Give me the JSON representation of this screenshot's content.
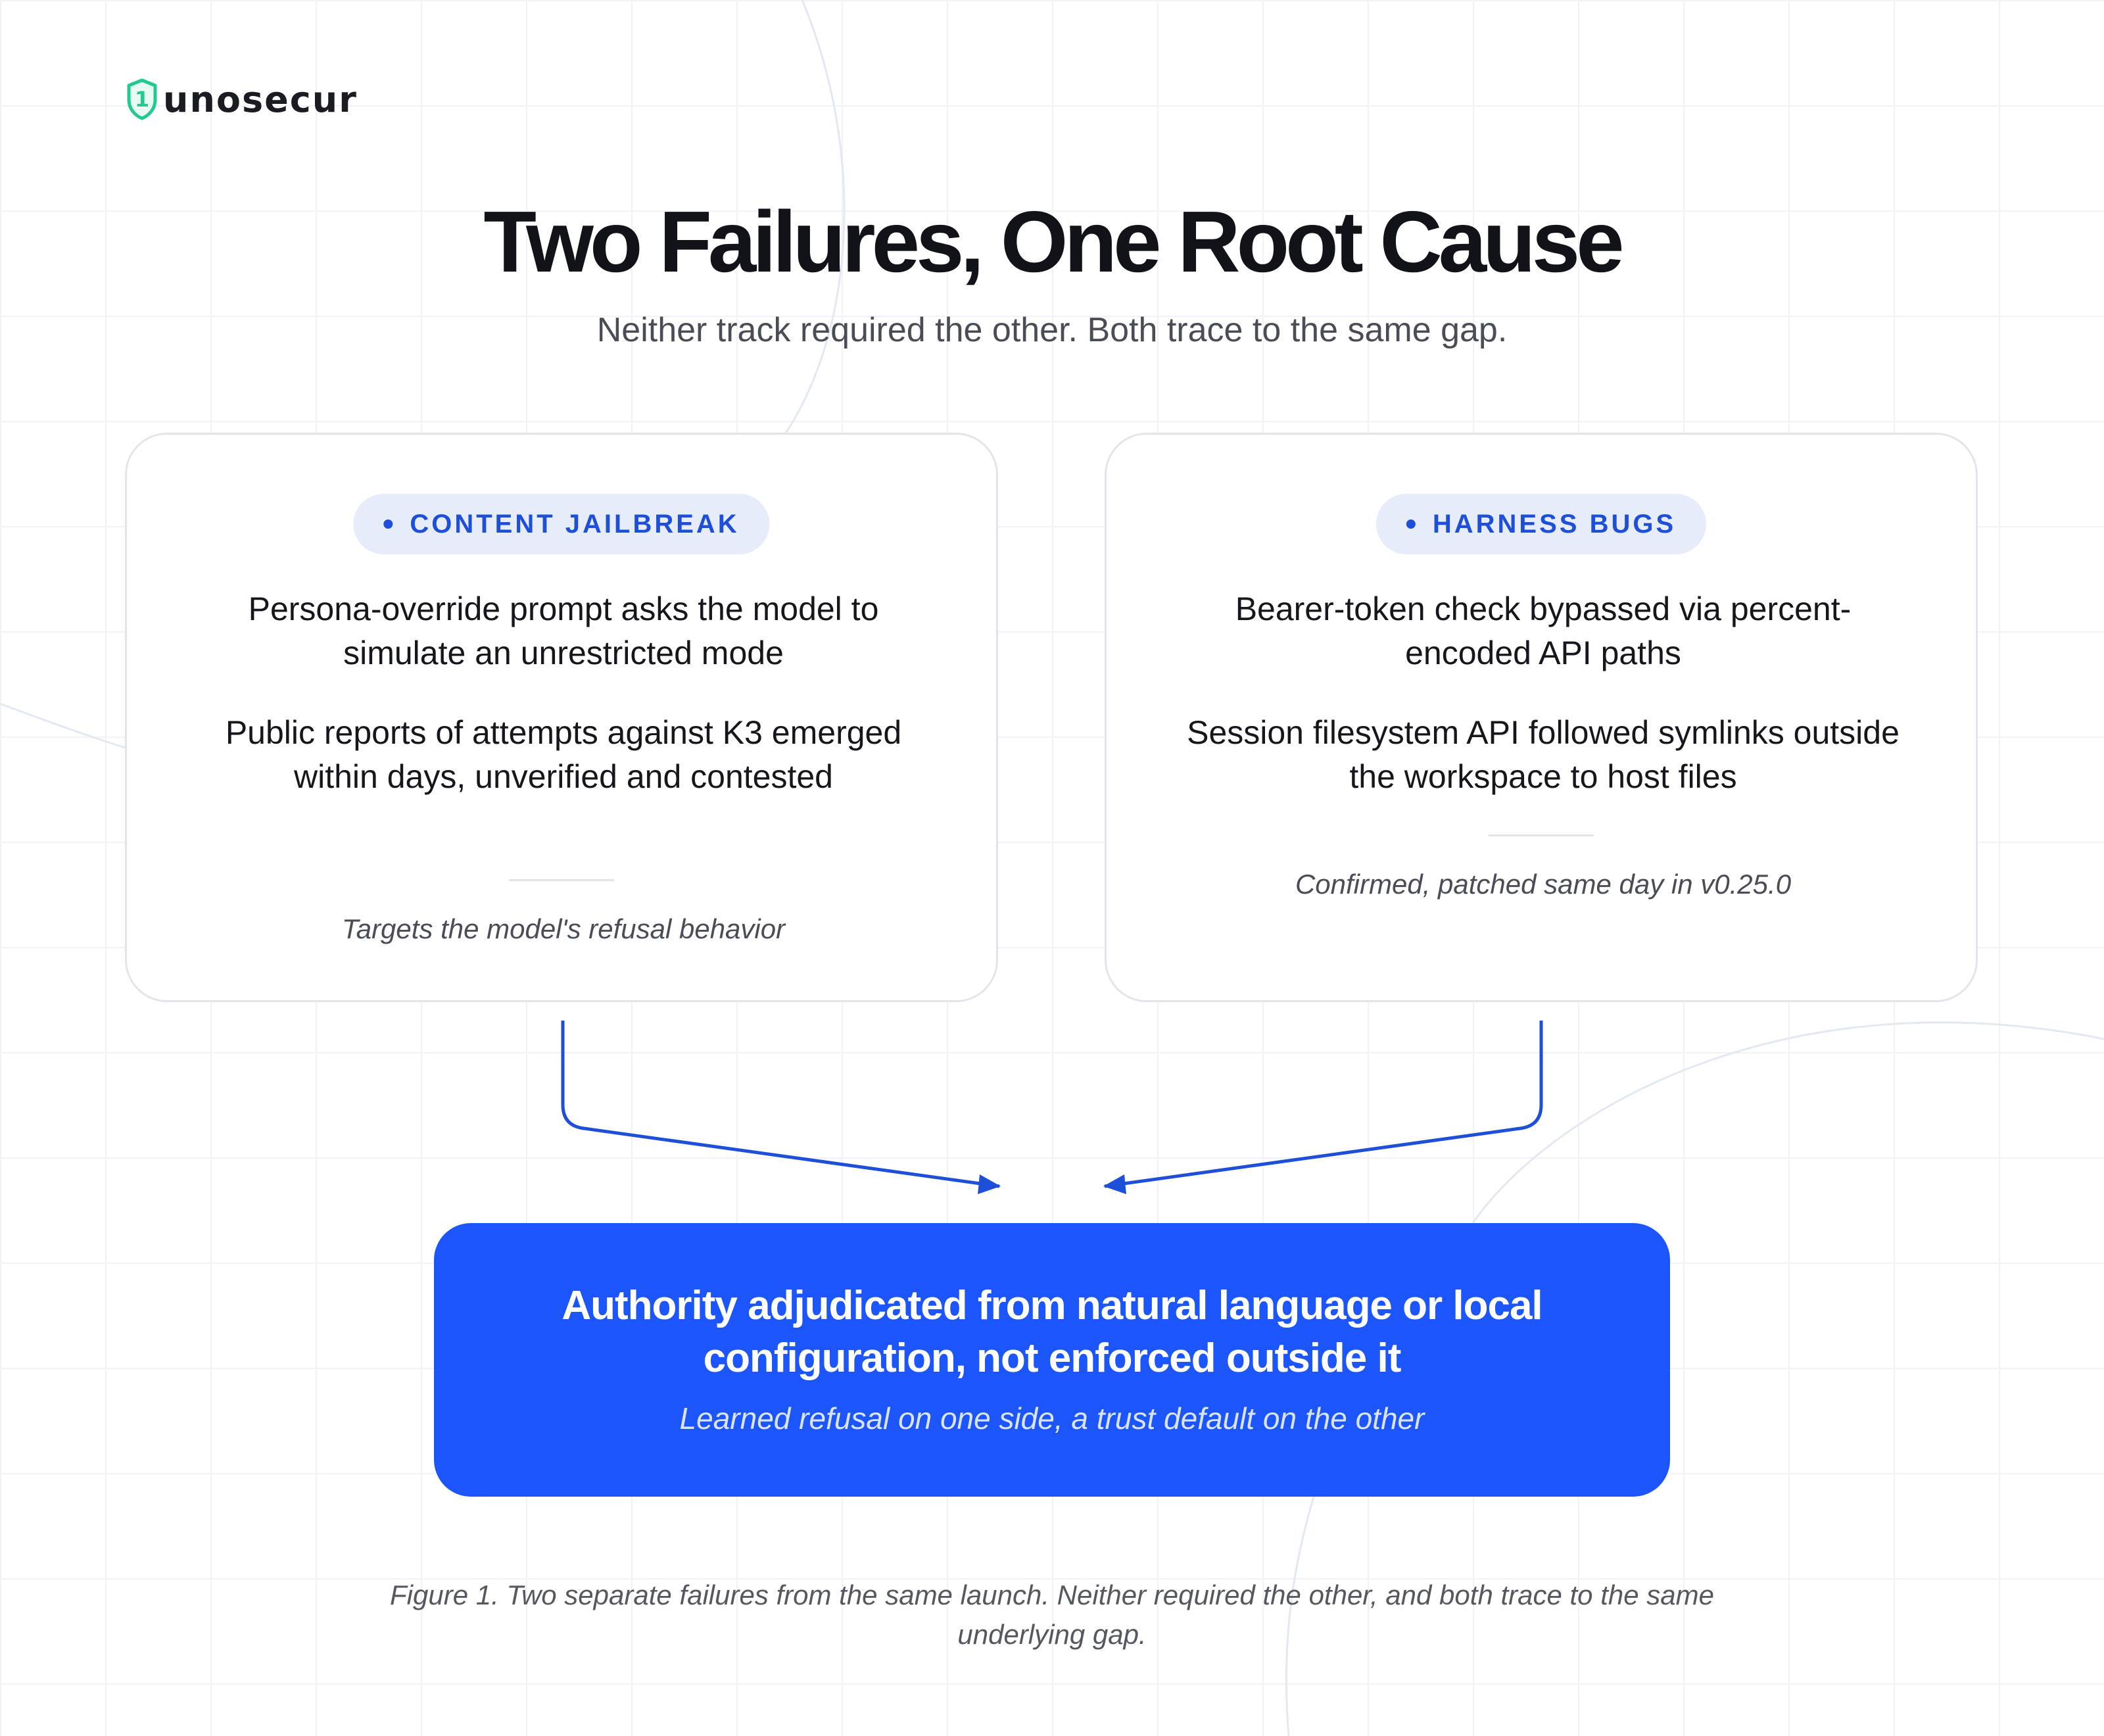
{
  "brand": {
    "logo_text": "unosecur",
    "logo_glyph": "1",
    "accent_color": "#22c993"
  },
  "header": {
    "title": "Two Failures, One Root Cause",
    "subtitle": "Neither track required the other. Both trace to the same gap."
  },
  "tracks": [
    {
      "label": "CONTENT JAILBREAK",
      "points": [
        "Persona-override prompt asks the model to simulate an unrestricted mode",
        "Public reports of attempts against K3 emerged within days, unverified and contested"
      ],
      "note": "Targets the model's refusal behavior"
    },
    {
      "label": "HARNESS BUGS",
      "points": [
        "Bearer-token check bypassed via percent-encoded API paths",
        "Session filesystem API followed symlinks outside the workspace to host files"
      ],
      "note": "Confirmed, patched same day in v0.25.0"
    }
  ],
  "root_cause": {
    "title": "Authority adjudicated from natural language or local configuration, not enforced outside it",
    "subtitle": "Learned refusal on one side, a trust default on the other"
  },
  "caption": "Figure 1. Two separate failures from the same launch. Neither required the other, and both trace to the same underlying gap.",
  "colors": {
    "primary_blue": "#1c56fb",
    "pill_background": "#e7ecfb",
    "pill_text": "#1d4fd8",
    "arrow": "#1d4fd8",
    "card_border": "#e3e5ea"
  }
}
